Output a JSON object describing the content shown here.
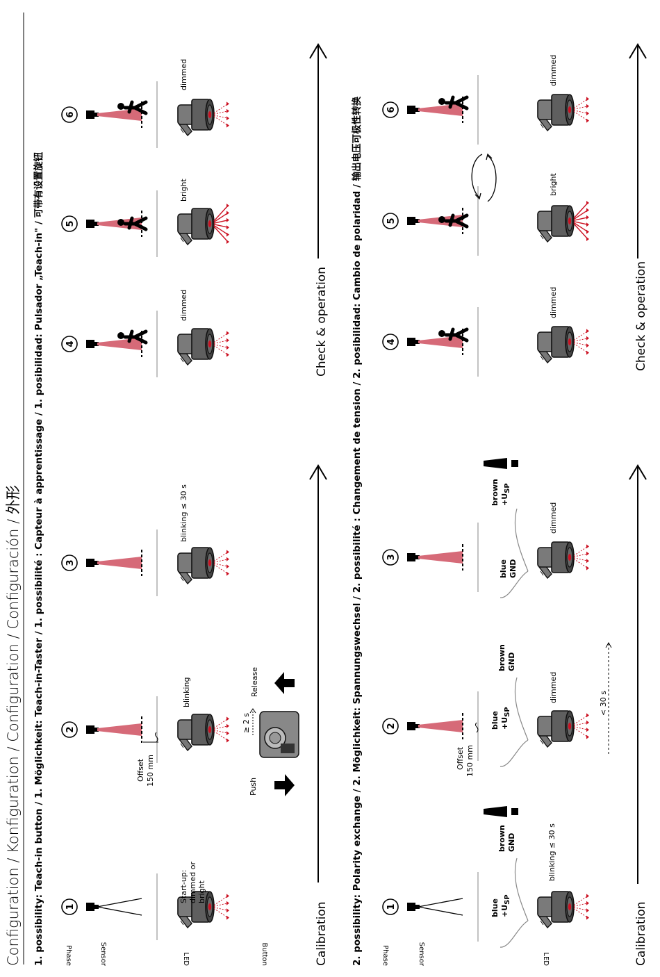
{
  "page_title": "Configuration / Konfiguration / Configuration / Configuración / 外形",
  "section1": {
    "heading": "1. possibility: Teach-in button / 1. Möglichkeit: Teach-in-Taster / 1. possibilité : Capteur à apprentissage / 1. posibilidad: Pulsador „Teach-in\" / 可带有设置旋钮",
    "rows": {
      "phase": "Phase",
      "sensor": "Sensor",
      "led": "LED",
      "button": "Button"
    },
    "phases": [
      "1",
      "2",
      "3",
      "4",
      "5",
      "6"
    ],
    "led_states": [
      "Start-up:",
      "dimmed or",
      "bright",
      "blinking",
      "blinking ≤ 30 s",
      "dimmed",
      "bright",
      "dimmed"
    ],
    "offset": "Offset",
    "offset_value": "150 mm",
    "push": "Push",
    "release": "Release",
    "hold_time": "≥ 2 s",
    "calibration": "Calibration",
    "check": "Check & operation"
  },
  "section2": {
    "heading": "2. possibility: Polarity exchange / 2. Möglichkeit: Spannungswechsel / 2. possibilité : Changement de tension / 2. posibilidad: Cambio de polaridad / 输出电压可极性转换",
    "rows": {
      "phase": "Phase",
      "sensor": "Sensor",
      "led": "LED"
    },
    "phases": [
      "1",
      "2",
      "3",
      "4",
      "5",
      "6"
    ],
    "wires": {
      "blue": "blue",
      "brown": "brown",
      "usp": "+U",
      "usp_sub": "SP",
      "gnd": "GND"
    },
    "led_states": [
      "blinking ≤ 30 s",
      "dimmed",
      "dimmed",
      "dimmed",
      "bright",
      "dimmed"
    ],
    "offset": "Offset",
    "offset_value": "150 mm",
    "time_limit": "< 30 s",
    "calibration": "Calibration",
    "check": "Check & operation"
  },
  "colors": {
    "beam": "#d66a78",
    "led_red": "#cc1122",
    "sensor_body": "#555555"
  }
}
